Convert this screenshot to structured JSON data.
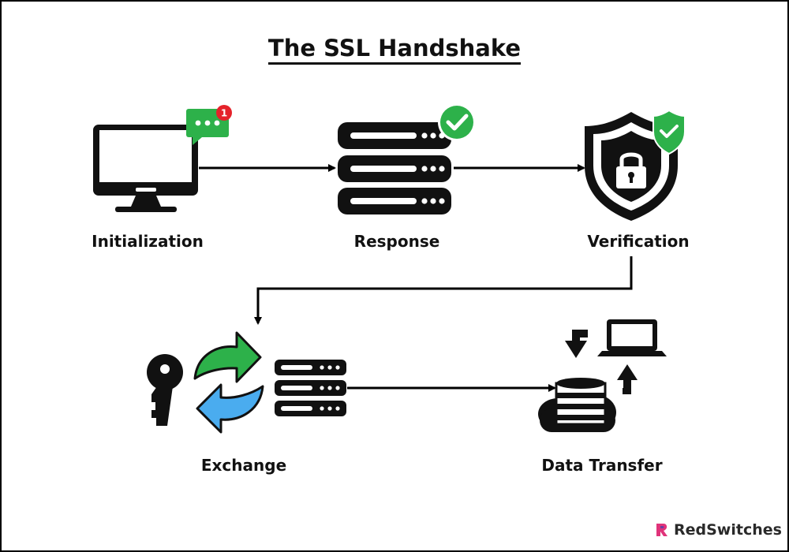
{
  "title": "The SSL Handshake",
  "steps": {
    "initialization": {
      "label": "Initialization"
    },
    "response": {
      "label": "Response"
    },
    "verification": {
      "label": "Verification"
    },
    "exchange": {
      "label": "Exchange"
    },
    "data_transfer": {
      "label": "Data Transfer"
    }
  },
  "notification_badge": "1",
  "brand": {
    "name": "RedSwitches"
  },
  "icons": {
    "initialization": [
      "monitor-icon",
      "chat-bubble-icon",
      "notification-badge-icon"
    ],
    "response": [
      "server-stack-icon",
      "check-circle-icon"
    ],
    "verification": [
      "shield-lock-icon",
      "shield-check-icon"
    ],
    "exchange": [
      "key-icon",
      "swap-arrows-icon",
      "server-stack-icon"
    ],
    "data_transfer": [
      "database-cloud-icon",
      "laptop-icon",
      "arrow-down-icon",
      "arrow-up-icon"
    ]
  },
  "colors": {
    "accent_green": "#2DB14A",
    "accent_blue": "#4AACEF",
    "badge_red": "#E5222A",
    "brand_pink": "#E0337A",
    "brand_purple": "#6A3FA0"
  }
}
